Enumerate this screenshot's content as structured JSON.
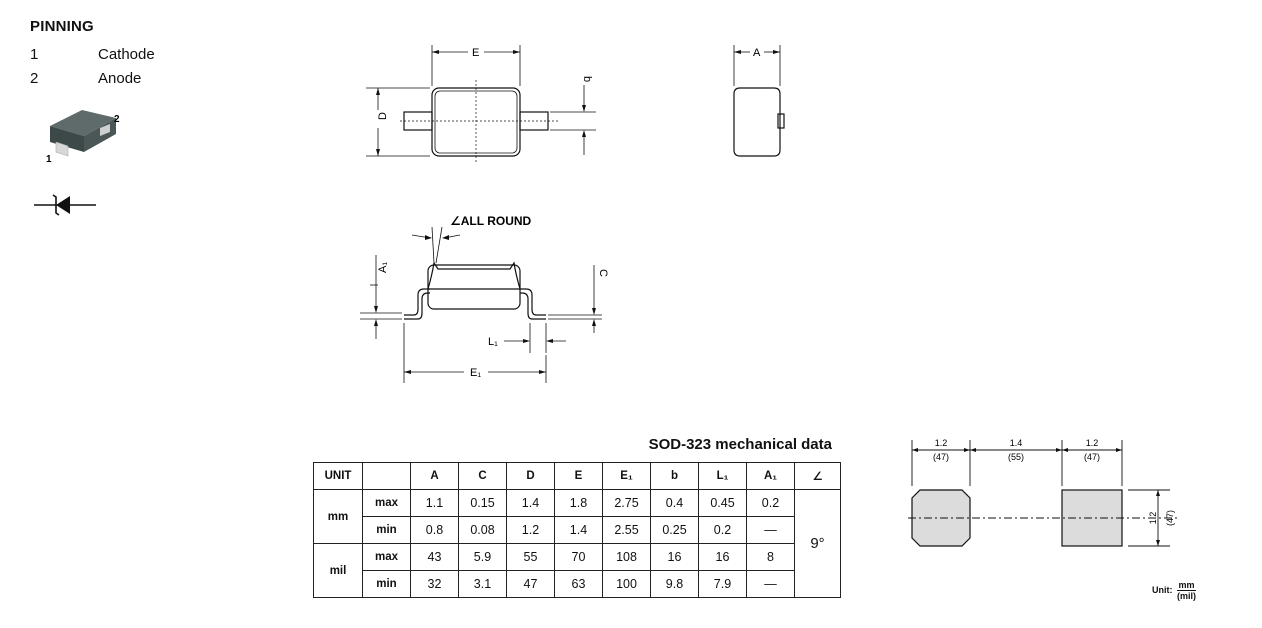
{
  "pinning": {
    "title": "PINNING",
    "pins": [
      {
        "num": "1",
        "name": "Cathode"
      },
      {
        "num": "2",
        "name": "Anode"
      }
    ],
    "package_pin_labels": [
      "1",
      "2"
    ]
  },
  "drawing": {
    "top_view_labels": {
      "E": "E",
      "D": "D",
      "b": "b"
    },
    "side_view_labels": {
      "A": "A"
    },
    "front_view_labels": {
      "all_round": "∠ALL ROUND",
      "A1": "A₁",
      "C": "C",
      "L1": "L₁",
      "E1": "E₁"
    }
  },
  "table": {
    "title": "SOD-323 mechanical data",
    "headers": [
      "UNIT",
      "",
      "A",
      "C",
      "D",
      "E",
      "E₁",
      "b",
      "L₁",
      "A₁",
      "∠"
    ],
    "groups": [
      {
        "unit": "mm",
        "rows": [
          {
            "label": "max",
            "values": [
              "1.1",
              "0.15",
              "1.4",
              "1.8",
              "2.75",
              "0.4",
              "0.45",
              "0.2"
            ]
          },
          {
            "label": "min",
            "values": [
              "0.8",
              "0.08",
              "1.2",
              "1.4",
              "2.55",
              "0.25",
              "0.2",
              "—"
            ]
          }
        ]
      },
      {
        "unit": "mil",
        "rows": [
          {
            "label": "max",
            "values": [
              "43",
              "5.9",
              "55",
              "70",
              "108",
              "16",
              "16",
              "8"
            ]
          },
          {
            "label": "min",
            "values": [
              "32",
              "3.1",
              "47",
              "63",
              "100",
              "9.8",
              "7.9",
              "—"
            ]
          }
        ]
      }
    ],
    "angle": "9°"
  },
  "footprint": {
    "dims": [
      {
        "mm": "1.2",
        "mil": "(47)"
      },
      {
        "mm": "1.4",
        "mil": "(55)"
      },
      {
        "mm": "1.2",
        "mil": "(47)"
      }
    ],
    "height": {
      "mm": "1.2",
      "mil": "(47)"
    },
    "unit_label": "Unit:",
    "unit_num": "mm",
    "unit_den": "(mil)"
  }
}
